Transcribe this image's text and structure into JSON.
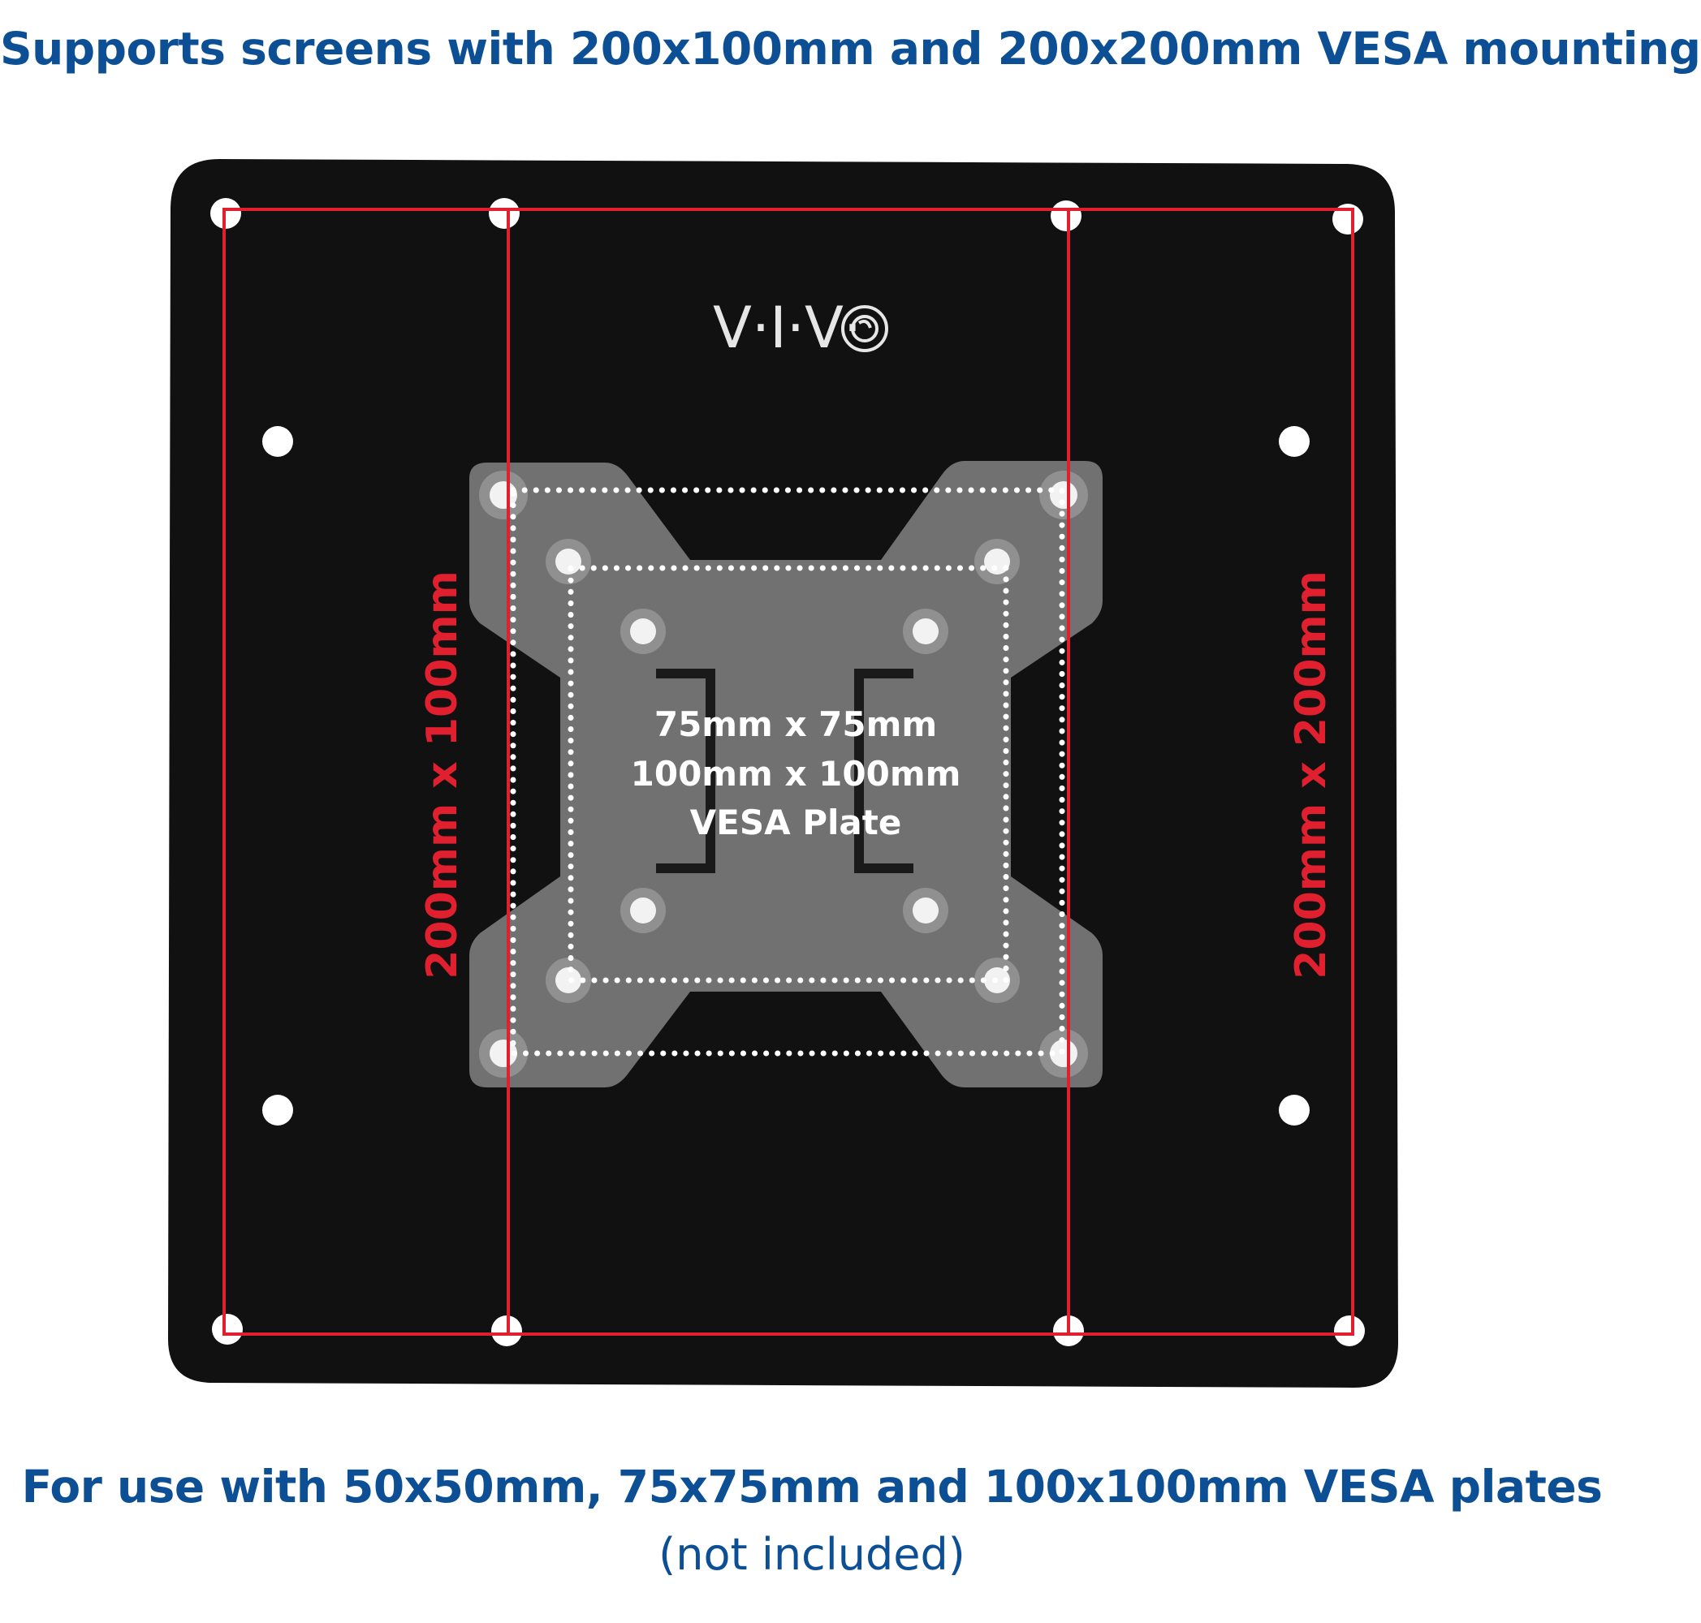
{
  "header": {
    "title": "Supports screens with 200x100mm and 200x200mm VESA mounting"
  },
  "footer": {
    "title": "For use with 50x50mm, 75x75mm and 100x100mm VESA plates",
    "subtitle": "(not included)"
  },
  "plate": {
    "brand_logo": "V·I·V·",
    "center_label_line1": "75mm x 75mm",
    "center_label_line2": "100mm x 100mm",
    "center_label_line3": "VESA Plate"
  },
  "dimensions": {
    "left_label": "200mm x 100mm",
    "right_label": "200mm x 200mm"
  },
  "colors": {
    "title": "#0c4f94",
    "plate": "#111111",
    "adapter": "#6e6e6e",
    "dimension_lines": "#e0202f",
    "dotted_guides": "#ffffff"
  },
  "icons": {
    "logo_mark": "swirl-circle-icon"
  }
}
